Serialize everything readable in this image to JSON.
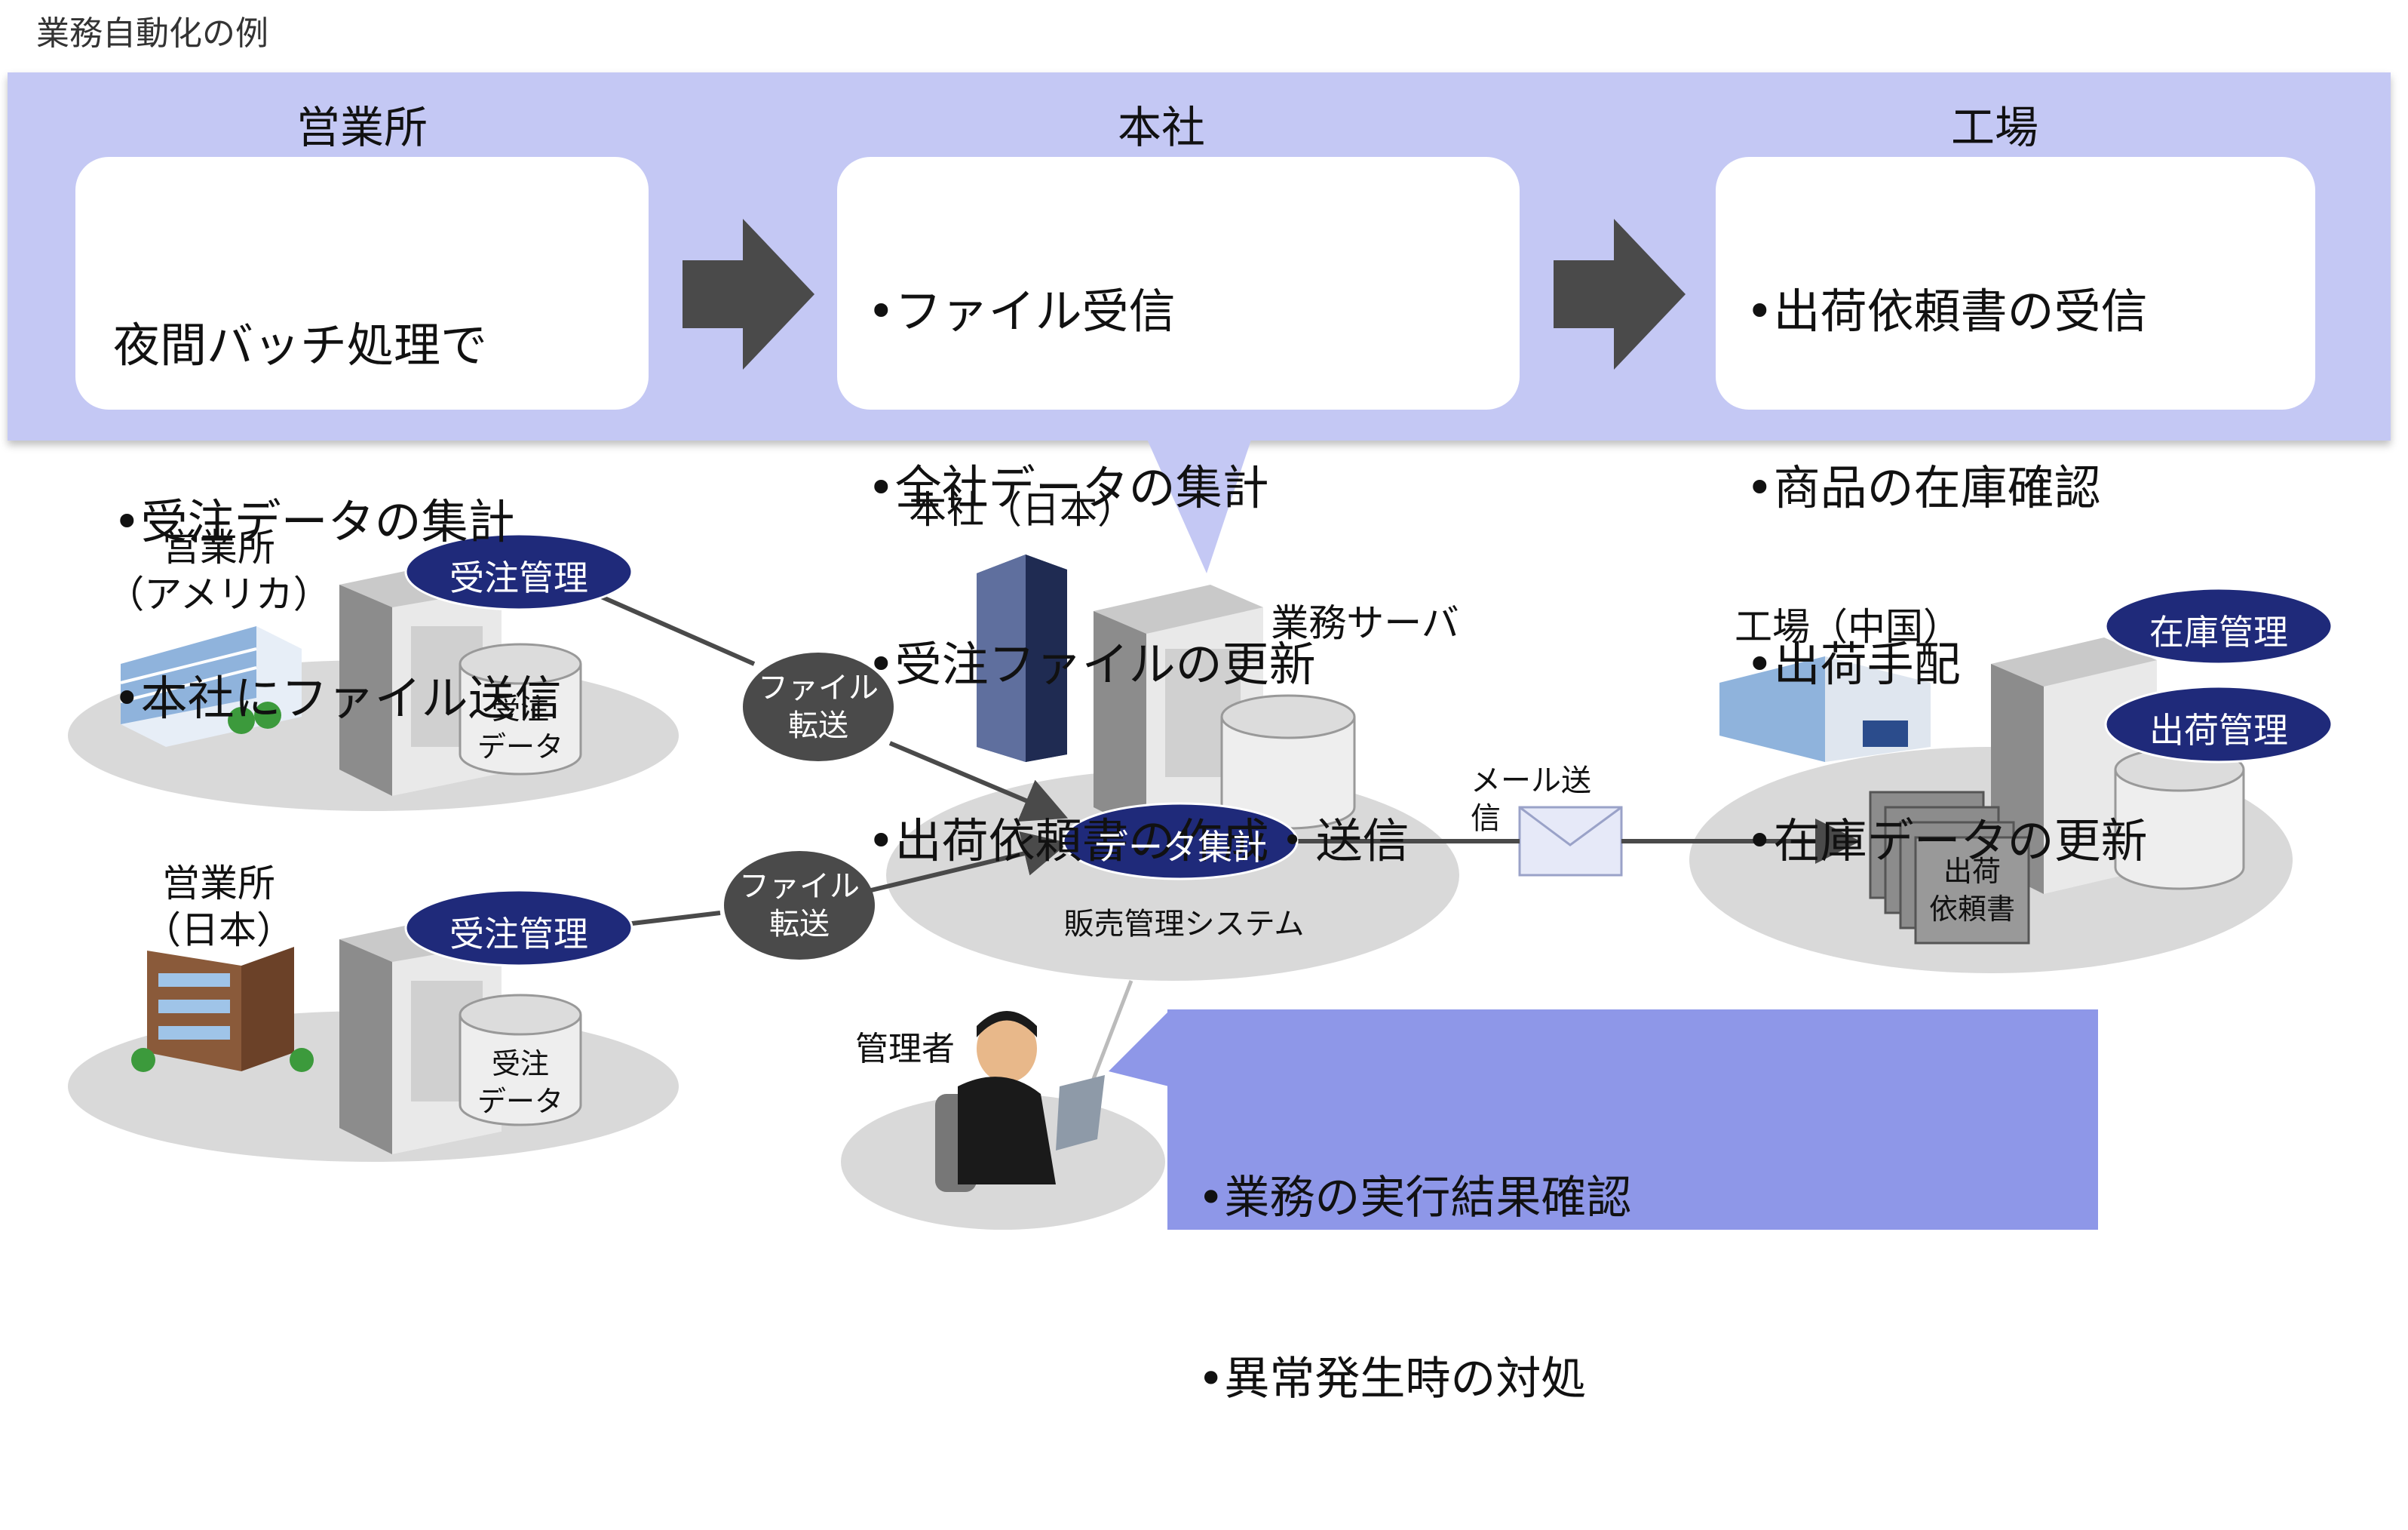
{
  "title": "業務自動化の例",
  "flow": {
    "columns": [
      {
        "heading": "営業所",
        "lines": [
          "夜間バッチ処理で",
          "•受注データの集計",
          "•本社にファイル送信"
        ]
      },
      {
        "heading": "本社",
        "lines": [
          "•ファイル受信",
          "•全社データの集計",
          "•受注ファイルの更新",
          "•出荷依頼書の作成・送信"
        ]
      },
      {
        "heading": "工場",
        "lines": [
          "•出荷依頼書の受信",
          "•商品の在庫確認",
          "•出荷手配",
          "•在庫データの更新"
        ]
      }
    ]
  },
  "diagram": {
    "sales_us": {
      "name": "営業所\n（アメリカ）",
      "pill": "受注管理",
      "db": "受注\nデータ"
    },
    "sales_jp": {
      "name": "営業所\n（日本）",
      "pill": "受注管理",
      "db": "受注\nデータ"
    },
    "transfer1": "ファイル\n転送",
    "transfer2": "ファイル\n転送",
    "hq": {
      "name": "本社（日本）",
      "server": "業務サーバ",
      "pill": "データ集計",
      "system": "販売管理システム"
    },
    "mail": "メール送\n信",
    "factory": {
      "name": "工場（中国）",
      "pill1": "在庫管理",
      "pill2": "出荷管理",
      "doc": "出荷\n依頼書"
    },
    "admin": {
      "name": "管理者",
      "lines": [
        "•業務の実行結果確認",
        "•異常発生時の対処"
      ]
    }
  },
  "colors": {
    "banner": "#c4c8f4",
    "pill": "#1f2a7a",
    "arrow": "#4a4a4a",
    "admin_box": "#8e97e8",
    "ellipse": "#d9d9d9"
  }
}
